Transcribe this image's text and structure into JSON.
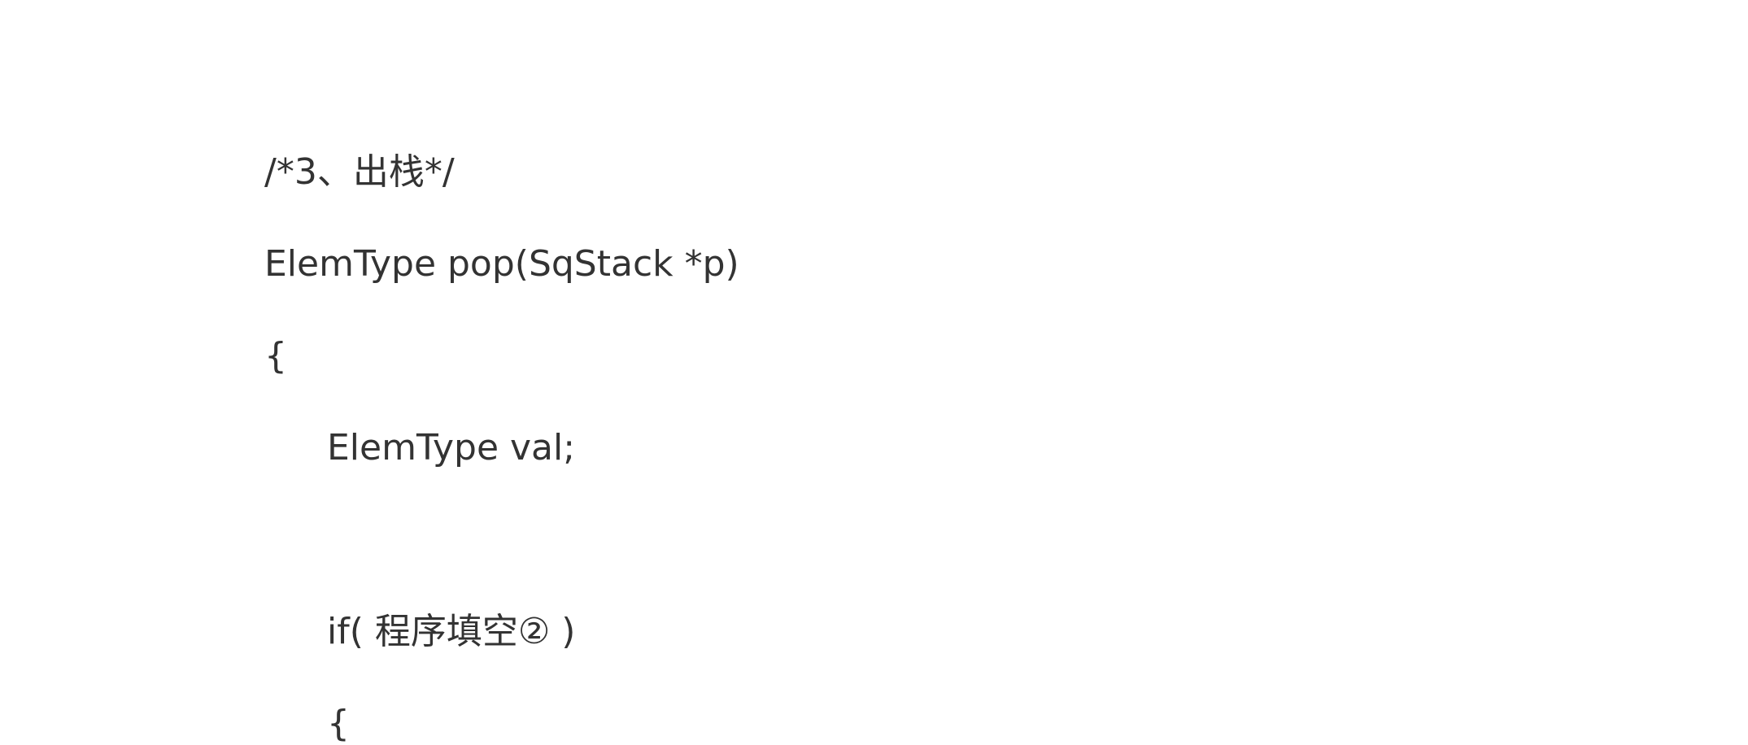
{
  "code": {
    "comment": "/*3、出栈*/",
    "signature": "ElemType pop(SqStack *p)",
    "open_brace": "{",
    "declaration": "ElemType val;",
    "if_statement": "if( 程序填空② )",
    "inner_open_brace": "{"
  },
  "colors": {
    "text": "#333333",
    "background": "#ffffff"
  }
}
